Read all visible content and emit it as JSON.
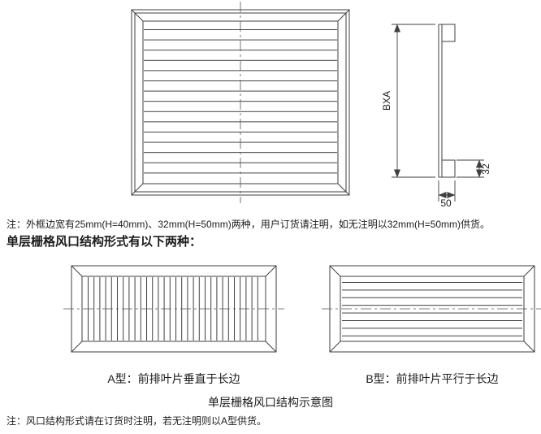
{
  "colors": {
    "background": "#ffffff",
    "line": "#3f3f3f",
    "text": "#1c1c1c"
  },
  "notes": {
    "frame_note": "注：外框边宽有25mm(H=40mm)、32mm(H=50mm)两种，用户订货请注明，如无注明以32mm(H=50mm)供货。",
    "order_note": "注：风口结构形式请在订货时注明，若无注明则以A型供货。"
  },
  "heading": "单层栅格风口结构形式有以下两种：",
  "figure_caption": "单层栅格风口结构示意图",
  "figures": {
    "type_a": {
      "caption": "A型：前排叶片垂直于长边"
    },
    "type_b": {
      "caption": "B型：前排叶片平行于长边"
    }
  },
  "dimensions": {
    "height_label": "BXA",
    "border_width": "32",
    "frame_depth": "50"
  }
}
